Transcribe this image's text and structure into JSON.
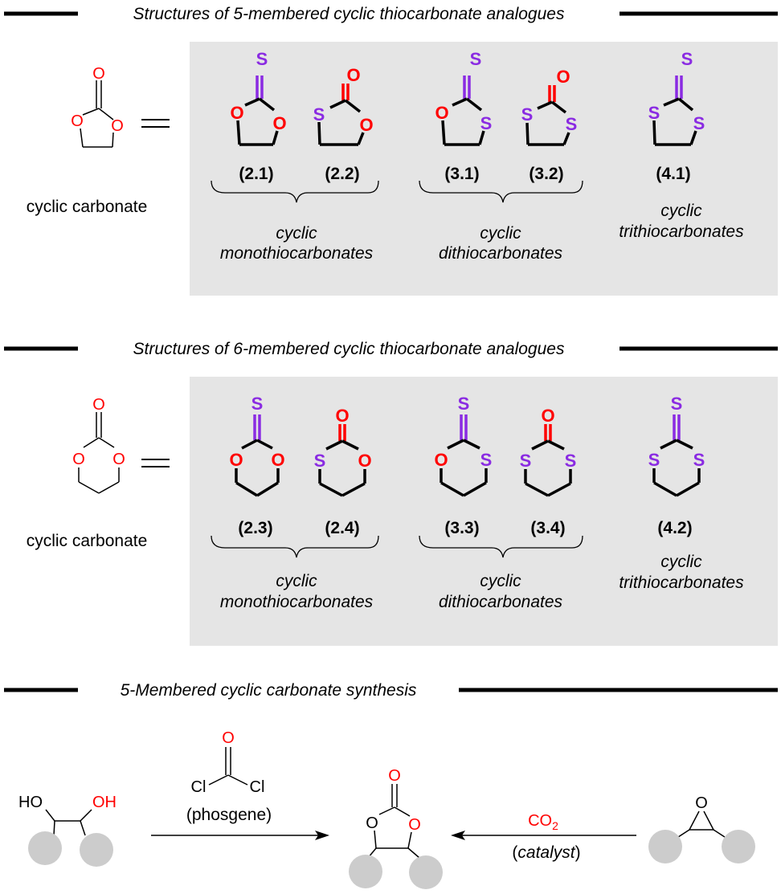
{
  "sections": {
    "five_title": "Structures of 5-membered cyclic thiocarbonate analogues",
    "six_title": "Structures of 6-membered cyclic thiocarbonate analogues",
    "synth_title": "5-Membered cyclic carbonate synthesis"
  },
  "atoms": {
    "O": "O",
    "S": "S",
    "HO": "HO",
    "OH": "OH",
    "Cl": "Cl",
    "CO": "CO",
    "sub2": "2"
  },
  "five": {
    "reference_label": "cyclic carbonate",
    "compounds": [
      "(2.1)",
      "(2.2)",
      "(3.1)",
      "(3.2)",
      "(4.1)"
    ],
    "groups": {
      "mono_line1": "cyclic",
      "mono_line2": "monothiocarbonates",
      "di_line1": "cyclic",
      "di_line2": "dithiocarbonates",
      "tri_line1": "cyclic",
      "tri_line2": "trithiocarbonates"
    }
  },
  "six": {
    "reference_label": "cyclic carbonate",
    "compounds": [
      "(2.3)",
      "(2.4)",
      "(3.3)",
      "(3.4)",
      "(4.2)"
    ],
    "groups": {
      "mono_line1": "cyclic",
      "mono_line2": "monothiocarbonates",
      "di_line1": "cyclic",
      "di_line2": "dithiocarbonates",
      "tri_line1": "cyclic",
      "tri_line2": "trithiocarbonates"
    }
  },
  "synthesis": {
    "phosgene_label": "(phosgene)",
    "catalyst_open": "(",
    "catalyst_word": "catalyst",
    "catalyst_close": ")"
  },
  "colors": {
    "oxygen": "#ff0000",
    "sulfur": "#8a2be2",
    "bond": "#000000",
    "panel": "#e5e5e5",
    "substituent": "#cccccc"
  }
}
